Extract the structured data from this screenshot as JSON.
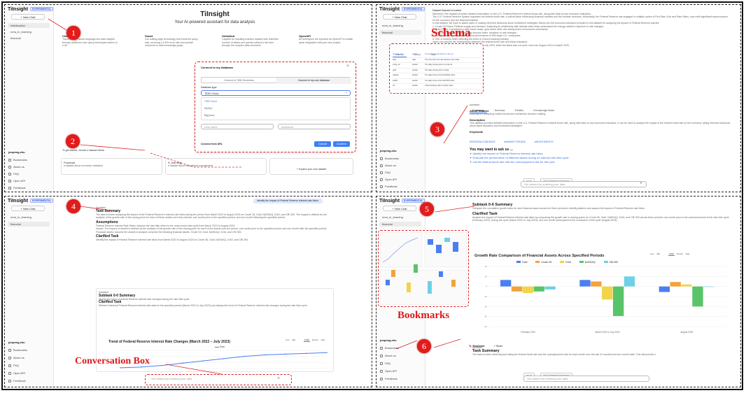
{
  "app": {
    "name": "TiInsight",
    "badge": "EXPERIMENTAL"
  },
  "sidebar": {
    "new_chat": "New Chat",
    "items": [
      "Initialization",
      "nrea_in_learning",
      "financial"
    ],
    "user": "junpeng.zhu",
    "footer": [
      "Bookmarks",
      "About us",
      "FAQ",
      "Open API",
      "Feedback"
    ]
  },
  "panel1": {
    "title": "TiInsight",
    "subtitle": "Your AI-powered assistant for data analysis",
    "features": [
      {
        "title": "Chat2Query",
        "desc": "Transforming natural language into data insights through advanced user query techniques based on LLM."
      },
      {
        "title": "Smart",
        "desc": "Our cutting-edge technology that boost the query task, ensuring a 100% error rate and precise outcomes to data knowledge graph."
      },
      {
        "title": "Unlimited",
        "desc": "Capable for handling massive dataset with unlimited number of tables and queries without a fail even through the complex data scenarios."
      },
      {
        "title": "OpenAPI",
        "desc": "All techniques are exposed as OpenAPI to enable quick integration with your own project."
      }
    ],
    "getting_started": "To get started, choose a dataset below",
    "datasets": [
      {
        "title": "Financial",
        "desc": "a dataset about economic indicators"
      },
      {
        "title": "E_learning",
        "desc": "a dataset about educational management"
      }
    ],
    "explore": "+ Explore your own dataset",
    "dialog": {
      "title": "Connect to my database",
      "tab1": "Connect to TiDB Serverless",
      "tab2": "Connect to my own database",
      "db_type_label": "Database type",
      "db_type_value": "TiDB Cloud",
      "options": [
        "TiDB Cloud",
        "MySQL",
        "BigQuery"
      ],
      "host_placeholder": "host name",
      "pwd_placeholder": "password",
      "connect_url": "Connect from URL",
      "cancel": "Cancel",
      "confirm": "Confirm"
    }
  },
  "panel2": {
    "dataset_line": "Dataset financial is loaded.",
    "intro": [
      "Welcome! This dataset provides detailed information on the U.S. Federal Reserve's federal funds rate, along with data on key economic indicators.",
      "The U.S. Federal Reserve System regulates the federal funds rate, a critical factor influencing financial markets and the broader economy. Historically, the Federal Reserve has engaged in multiple cycles of Fed Rate Cuts and Rate Hikes, each with significant repercussions for the economy and the financial markets.",
      "In this dataset, we hope to assist users in making informed decisions about investment strategies. Below are the economic indicators included in this dataset for analyzing the impact of Federal Reserve policies:",
      "1. Crude Oil Prices: Reflects supply and demand. Analyzing its relationship with interest rates helps understand the energy market's response to rate changes.",
      "2. Gold Prices: Considered a safe-haven asset, gold prices often rise during times of economic uncertainty.",
      "3. NASDAQ Index: A key technology-focused index, sensitive to rate changes.",
      "4. S&P 500 Index: Measures the stock performance of 500 large U.S. companies.",
      "5. CBI: A monthly index reflecting the trend of China's banking industry.",
      "Users can explore the relationships between the federal funds rate and these indicators.",
      "The data covers the period from March 2022 to July 2023, while the latest rate cut cycle runs from August 2019 to March 2020."
    ],
    "schema_tabs": [
      "Columns",
      "Sample",
      "Stats"
    ],
    "schema_rows": [
      [
        "fed_rate_cut",
        "double",
        "The fed funds rate after the rate cut"
      ],
      [
        "date",
        "date",
        "The time when the rate decision was made"
      ],
      [
        "crude_oil",
        "double",
        "The daily closing price of crude oil"
      ],
      [
        "gold",
        "double",
        "The daily closing price of gold"
      ],
      [
        "nasdaq",
        "double",
        "The daily close of the NASDAQ index"
      ],
      [
        "sp500",
        "double",
        "The daily close of the S&P 500 index"
      ],
      [
        "cbi",
        "double",
        "China banking index monthly value"
      ]
    ],
    "tabs": [
      "Summary",
      "Schema",
      "Details",
      "Knowledge Base"
    ],
    "about_title": "About Dataset",
    "about_text": "Essential for analyzing market trends and investment decision making.",
    "description_title": "Description",
    "description_text": "This dataset provides detailed information on the U.S. Federal Reserve's federal funds rate, along with data on key economic indicators. It can be used to analyze the impact of the federal funds rate on the economy, aiding informed decisions about asset allocation and investment strategies.",
    "keywords_title": "Keywords",
    "keywords": [
      "#FEDERALFUNDRATE",
      "#MARKETTRENDS",
      "#INVESTMENTS"
    ],
    "ask_title": "You may want to ask us ...",
    "questions": [
      "Identify the impact of Federal Reserve interest rate hikes",
      "Evaluate the performance of different assets during an interest rate hike cycle",
      "List the federal funds rate with the unemployment rate for this year"
    ],
    "go_to": "go to",
    "ask_db": "Ask Database Summary",
    "input_placeholder": "Get started by entering your data"
  },
  "panel3": {
    "user_msg": "Identify the impact of Federal Reserve interest rate hikes.",
    "assistant": "Assistant",
    "task_summary_title": "Task Summary",
    "task_summary": "The task involves analyzing the impact of the Federal Reserve's interest rate hikes during the period from March 2022 to August 2023 on Crude Oil, Gold, NASDAQ, DJIA, and CBI 300. The impact is defined as the analysis of the growth rate of the closing price for each of these assets over time periods: one month prior to the specified period, and one month following the specified period.",
    "assumptions_title": "Assumptions",
    "assumptions": [
      "Federal Reserve Interest Rate Hikes: Assume the rate hike refers to the most recent hike cycle from March 2022 to August 2023.",
      "Impact: The impact on assets is defined as the analysis of the growth rate of the closing price for each of the assets over the period, one month prior to the specified period, and one month after the specified period.",
      "Financial assets: Assume the assets to analyze comprise the following financial assets: Crude Oil, Gold, NASDAQ, DJIA, and CBI 300."
    ],
    "clarified_title": "Clarified Task",
    "clarified": "Identify the impact of Federal Reserve interest rate hikes from March 2022 to August 2023 on Crude Oil, Gold, NASDAQ, DJIA, and CBI 300.",
    "subtask_title": "Subtask 0-0 Summary",
    "subtask": "Display the trend of federal Reserve interest rate changes during the rate hike cycle.",
    "clarified2_title": "Clarified Task",
    "clarified2": "Retrieve historical Federal Reserve interest rate data for the specified period (March 2022 to July 2023) and display the trend of Federal Reserve interest rate changes during the rate hike cycle.",
    "chart_title": "Trend of Federal Reserve Interest Rate Changes (March 2022 – July 2023)",
    "legend": "Rate",
    "toggles": [
      "Line",
      "Bar"
    ],
    "chart_toggles": [
      "Chart",
      "Result",
      "SQL"
    ],
    "input_placeholder": "Get started by entering your data"
  },
  "panel4": {
    "subtask_title": "Subtask 0-6 Summary",
    "subtask": "Compare the cumulative growth rates for each financial asset across the three periods to identify patterns and assess the impact of Federal Reserve rate hikes.",
    "clarified_title": "Clarified Task",
    "clarified": "Analyze the impact of Federal Reserve interest rate hikes by comparing the growth rate in closing prices for Crude Oil, Gold, NASDAQ, DJIA, and CBI 300 across three periods: one month prior to the commencement of the rate hike cycle (February 2022), during the cycle (March 2022 to July 2023), and one month subsequent to the conclusion of the cycle (August 2023).",
    "toggles": [
      "Line",
      "Bar"
    ],
    "chart_toggles": [
      "Chart",
      "Result",
      "SQL"
    ],
    "bookmark": "Bookmark",
    "share": "Share",
    "assistant": "Assistant",
    "task_summary_title": "Task Summary",
    "task_summary": "The task involves retrieving and listing the federal funds rate and the unemployment rate for each month over the last 12 months from the current date. This will provide a",
    "go_to": "go to",
    "ask_db": "Ask Database Summary",
    "input_placeholder": "Get started by entering your data"
  },
  "annotations": {
    "numbers": [
      "1",
      "2",
      "3",
      "4",
      "5",
      "6"
    ],
    "schema": "Schema",
    "bookmarks": "Bookmarks",
    "conversation_box": "Conversation Box"
  },
  "chart_data": [
    {
      "type": "line",
      "title": "Trend of Federal Reserve Interest Rate Changes (March 2022 – July 2023)",
      "series": [
        {
          "name": "Rate",
          "values": [
            0.25,
            0.5,
            1.0,
            1.75,
            2.5,
            3.25,
            4.0,
            4.5,
            4.75,
            5.0,
            5.25
          ]
        }
      ]
    },
    {
      "type": "bar",
      "title": "Growth Rate Comparison of Financial Assets Across Specified Periods",
      "categories": [
        "February 2022",
        "March 2022 to July 2023",
        "August 2023"
      ],
      "series": [
        {
          "name": "Gold",
          "values": [
            6.5,
            6.5,
            -5.5
          ]
        },
        {
          "name": "Crude Oil",
          "values": [
            -5,
            5,
            4.5
          ]
        },
        {
          "name": "DJIA",
          "values": [
            -6.5,
            -13,
            2
          ]
        },
        {
          "name": "NASDAQ",
          "values": [
            -5,
            -29.5,
            -20
          ]
        },
        {
          "name": "CBI 300",
          "values": [
            -3,
            10,
            -0.5
          ]
        }
      ],
      "colors": [
        "#4a7ff0",
        "#f5a23a",
        "#f2d44a",
        "#59c46a",
        "#6fd1e6"
      ],
      "ylim": [
        -40,
        20
      ]
    }
  ]
}
